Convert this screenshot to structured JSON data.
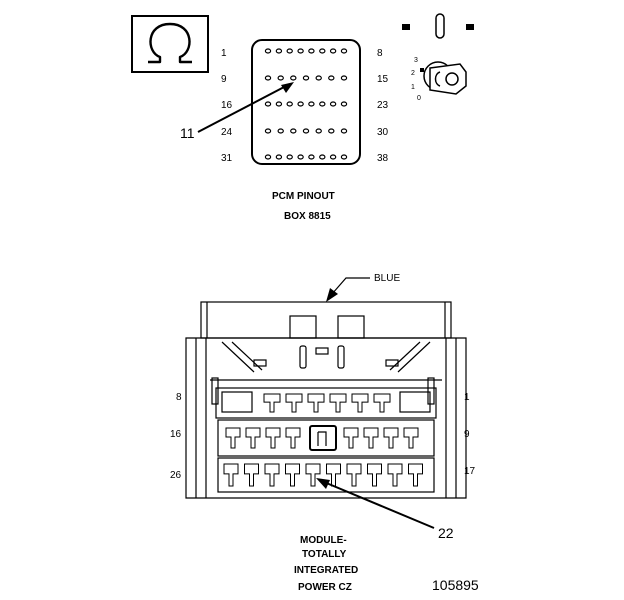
{
  "pcm": {
    "pin_labels_left": [
      "1",
      "9",
      "16",
      "24",
      "31"
    ],
    "pin_labels_right": [
      "8",
      "15",
      "23",
      "30",
      "38"
    ],
    "caption_line1": "PCM PINOUT",
    "caption_line2": "BOX 8815",
    "callout": "11",
    "omega_symbol": "ohm-symbol-icon",
    "key_positions": [
      "3",
      "2",
      "1",
      "0"
    ]
  },
  "module": {
    "wire_color_label": "BLUE",
    "row_labels_left": [
      "8",
      "16",
      "26"
    ],
    "row_labels_right": [
      "1",
      "9",
      "17"
    ],
    "caption_lines": [
      "MODULE-",
      "TOTALLY",
      "INTEGRATED",
      "POWER CZ"
    ],
    "callout": "22"
  },
  "figure_number": "105895"
}
